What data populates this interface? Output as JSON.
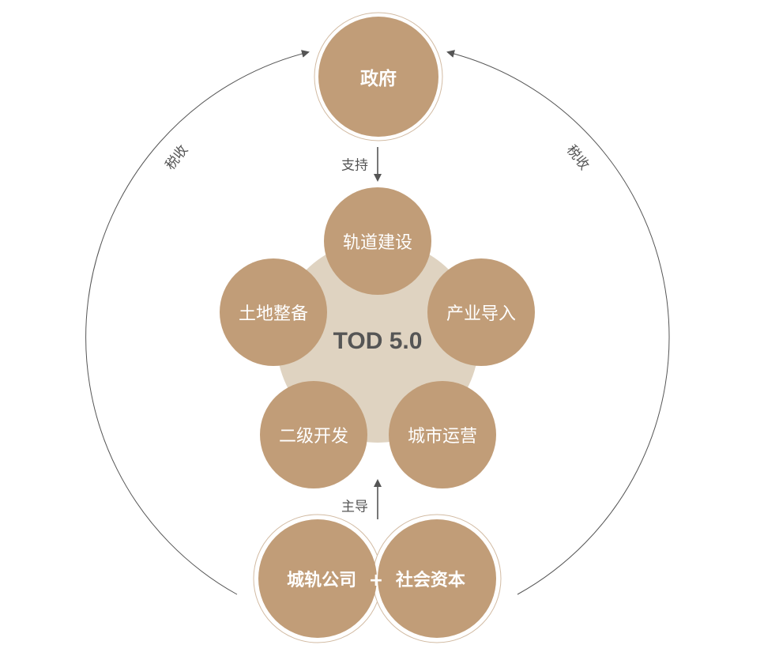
{
  "colors": {
    "node_fill": "#C19D78",
    "ring": "#D2BBA3",
    "core_fill": "#DFD3C1",
    "arrow": "#555555",
    "core_text": "#555555"
  },
  "government": {
    "label": "政府"
  },
  "support_label": "支持",
  "core": {
    "label": "TOD 5.0"
  },
  "components": [
    {
      "label": "轨道建设"
    },
    {
      "label": "产业导入"
    },
    {
      "label": "城市运营"
    },
    {
      "label": "二级开发"
    },
    {
      "label": "土地整备"
    }
  ],
  "lead_label": "主导",
  "investors": {
    "left": "城轨公司",
    "plus": "+",
    "right": "社会资本"
  },
  "tax_left": "税收",
  "tax_right": "税收"
}
